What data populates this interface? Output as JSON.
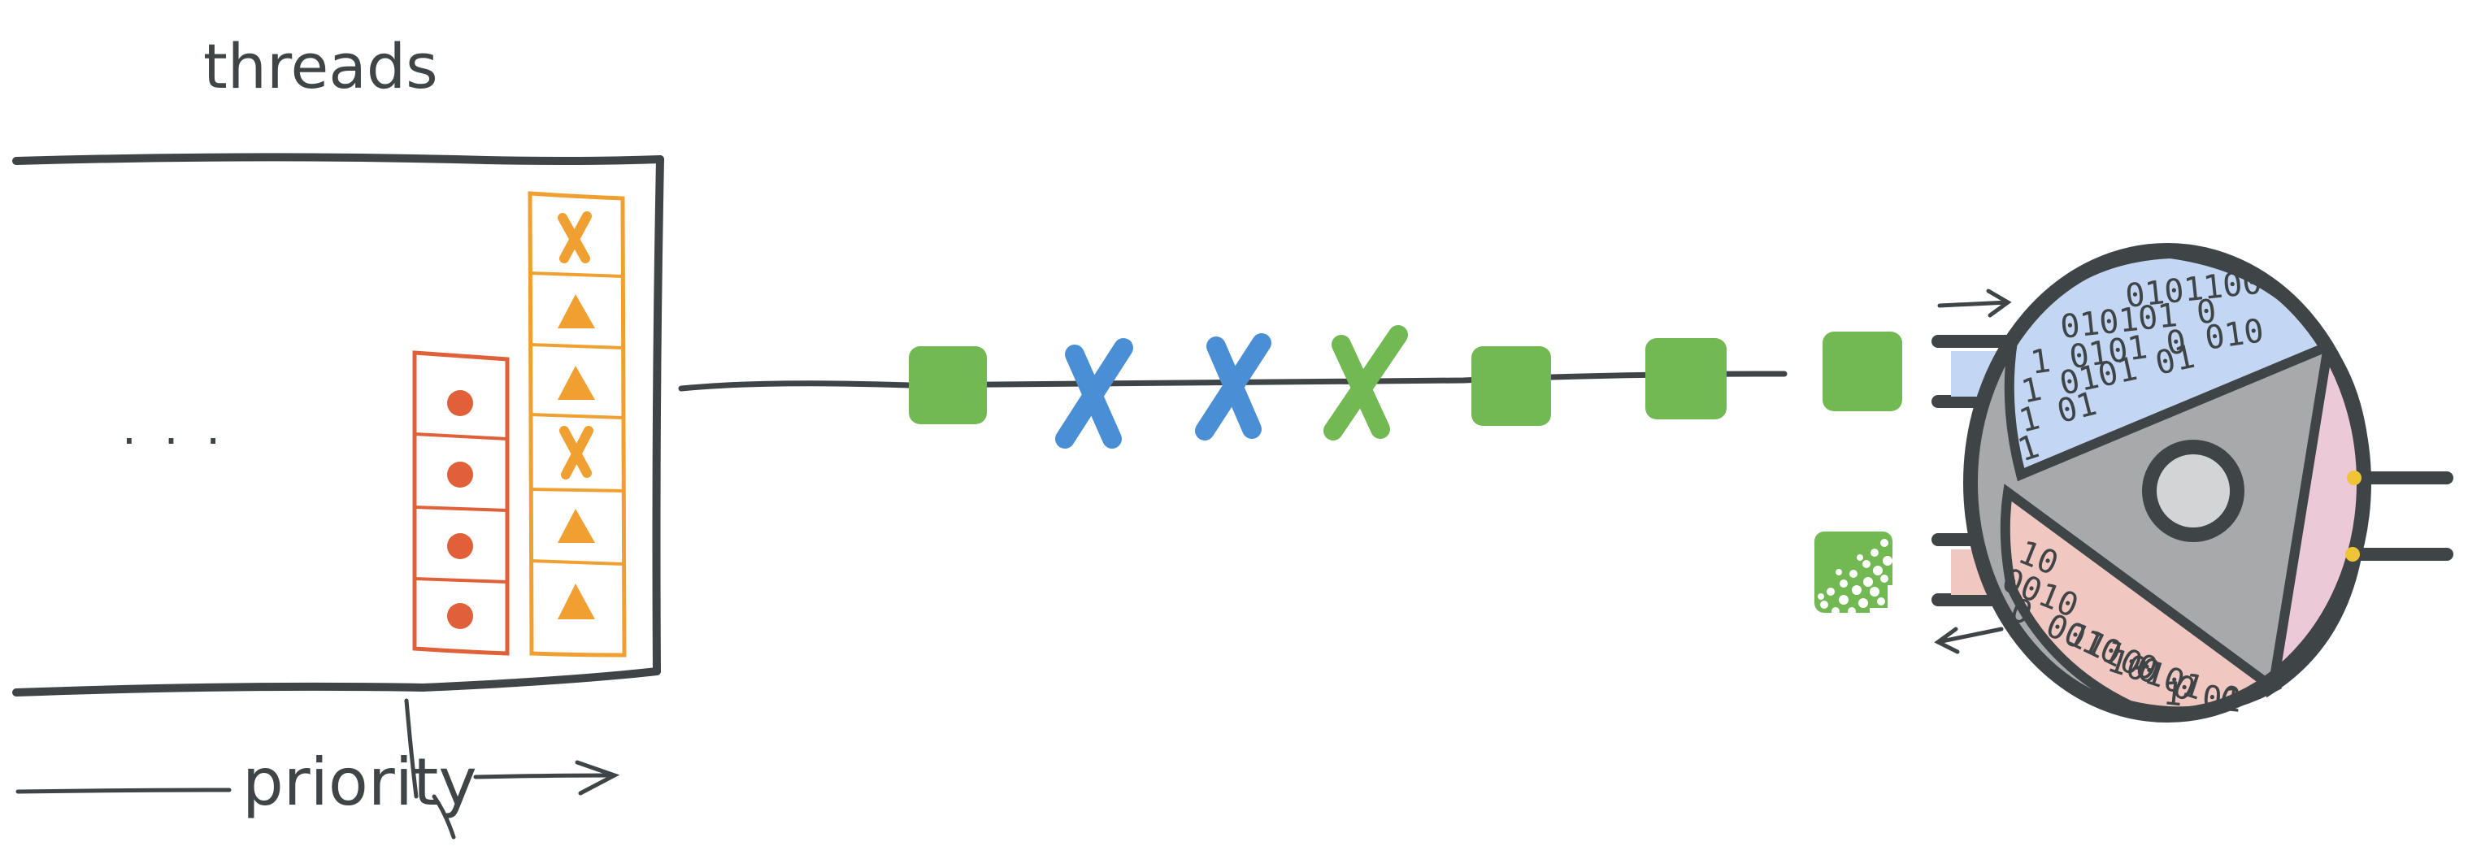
{
  "labels": {
    "threads": "threads",
    "ellipsis": "· · ·",
    "priority": "priority"
  },
  "columns": [
    {
      "id": "red-column",
      "color": "#e0603a",
      "items": [
        "circle",
        "circle",
        "circle",
        "circle"
      ]
    },
    {
      "id": "orange-column",
      "color": "#f0a030",
      "items": [
        "x",
        "triangle",
        "triangle",
        "x",
        "triangle",
        "triangle"
      ]
    }
  ],
  "pipeline": [
    {
      "kind": "square",
      "color": "#72b853"
    },
    {
      "kind": "x",
      "color": "#4a8fd6"
    },
    {
      "kind": "x",
      "color": "#4a8fd6"
    },
    {
      "kind": "x",
      "color": "#72b853"
    },
    {
      "kind": "square",
      "color": "#72b853"
    },
    {
      "kind": "square",
      "color": "#72b853"
    },
    {
      "kind": "square",
      "color": "#72b853"
    }
  ],
  "engine": {
    "upper_bits": [
      "0101100",
      "010101 0",
      "1 0101 0 010",
      "1 0101 01",
      "1 01",
      "1"
    ],
    "lower_bits": [
      "10",
      "0010",
      "0 0010 0",
      "11100 0",
      "10101 0",
      "1 01"
    ],
    "colors": {
      "upper": "#c3d6f3",
      "lower": "#f1c7c1",
      "core": "#a7a9ab",
      "shaft": "#d2d4d5",
      "side": "#ebc9d6",
      "dots": "#f0c437"
    }
  },
  "colors": {
    "ink": "#3f4446",
    "red": "#e0603a",
    "orange": "#f0a030",
    "green": "#72b853",
    "blue": "#4a8fd6"
  }
}
